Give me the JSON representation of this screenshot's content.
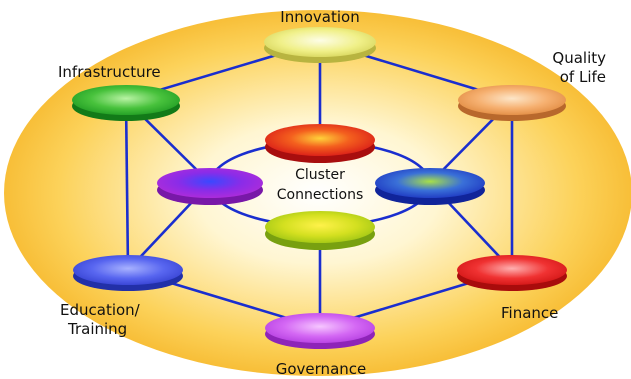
{
  "labels": {
    "innovation": "Innovation",
    "infrastructure": "Infrastructure",
    "quality_line1": "Quality",
    "quality_line2": "of Life",
    "education_line1": "Education/",
    "education_line2": "Training",
    "finance": "Finance",
    "governance": "Governance",
    "center_line1": "Cluster",
    "center_line2": "Connections"
  },
  "colors": {
    "background_ellipse": "#f7b928",
    "background_ellipse_center": "#fffbe8",
    "connector": "#1a2ecf",
    "innovation": "#e3e46a",
    "infrastructure": "#28b02c",
    "quality": "#f0a860",
    "education": "#4a58e8",
    "finance": "#e52020",
    "governance": "#c040e8",
    "inner_red": "#e8351c",
    "inner_purple": "#a024d8",
    "inner_blue": "#2040c8",
    "inner_yellow": "#c8d818"
  }
}
